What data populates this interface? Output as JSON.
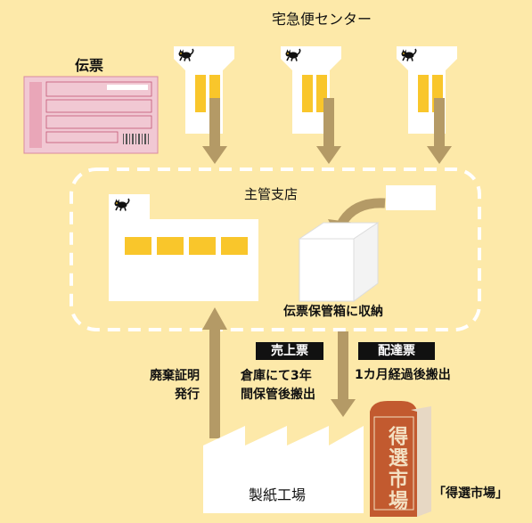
{
  "header": {
    "delivery_center": "宅急便センター"
  },
  "slip": {
    "title": "伝票"
  },
  "branch": {
    "title": "主管支店",
    "storage_caption": "伝票保管箱に収納"
  },
  "flows": {
    "sales_slip_tag": "売上票",
    "sales_slip_note": "倉庫にて3年\n間保管後搬出",
    "delivery_slip_tag": "配達票",
    "delivery_slip_note": "1カ月経過後搬出",
    "certificate_note": "廃棄証明\n発行"
  },
  "factory": {
    "label": "製紙工場"
  },
  "product": {
    "package_text": "得選市場",
    "caption": "「得選市場」"
  },
  "colors": {
    "background": "#fde9a9",
    "arrow": "#b49a66",
    "window": "#f9c62b",
    "product_orange": "#c25a2f",
    "slip_pink": "#f1c8d3"
  },
  "icons": {
    "logo": "black-cat-icon"
  }
}
